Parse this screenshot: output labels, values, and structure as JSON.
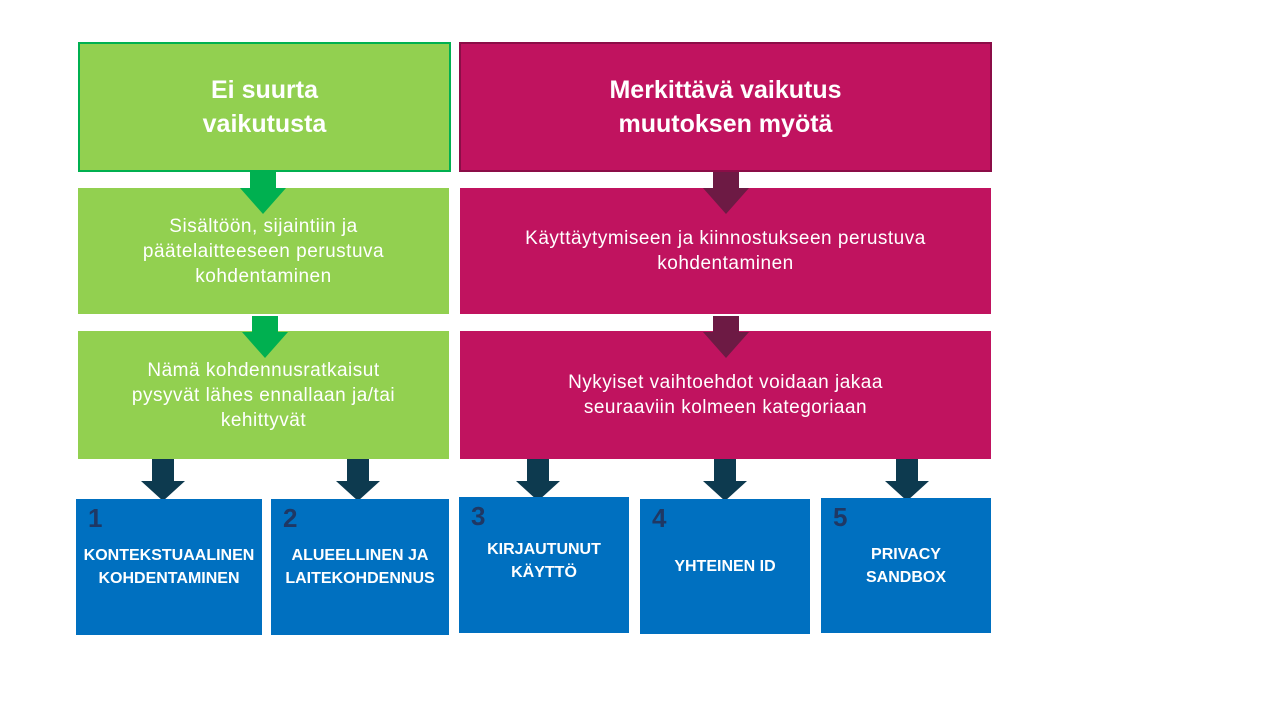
{
  "left_column": {
    "header": "Ei suurta\nvaikutusta",
    "box1": "Sisältöön, sijaintiin ja\npäätelaitteeseen perustuva\nkohdentaminen",
    "box2": "Nämä kohdennusratkaisut\npysyvät lähes ennallaan ja/tai\nkehittyvät"
  },
  "right_column": {
    "header": "Merkittävä vaikutus\nmuutoksen myötä",
    "box1": "Käyttäytymiseen ja kiinnostukseen perustuva\nkohdentaminen",
    "box2": "Nykyiset vaihtoehdot voidaan jakaa\nseuraaviin kolmeen kategoriaan"
  },
  "categories": [
    {
      "number": "1",
      "label": "KONTEKSTUAALINEN\nKOHDENTAMINEN"
    },
    {
      "number": "2",
      "label": "ALUEELLINEN JA\nLAITEKOHDENNUS"
    },
    {
      "number": "3",
      "label": "KIRJAUTUNUT\nKÄYTTÖ"
    },
    {
      "number": "4",
      "label": "YHTEINEN ID"
    },
    {
      "number": "5",
      "label": "PRIVACY\nSANDBOX"
    }
  ],
  "colors": {
    "green": "#92d050",
    "green_arrow": "#00b050",
    "magenta": "#c0135f",
    "magenta_arrow": "#6d1a44",
    "blue": "#0070c0",
    "navy_arrow": "#0d3a4f"
  }
}
